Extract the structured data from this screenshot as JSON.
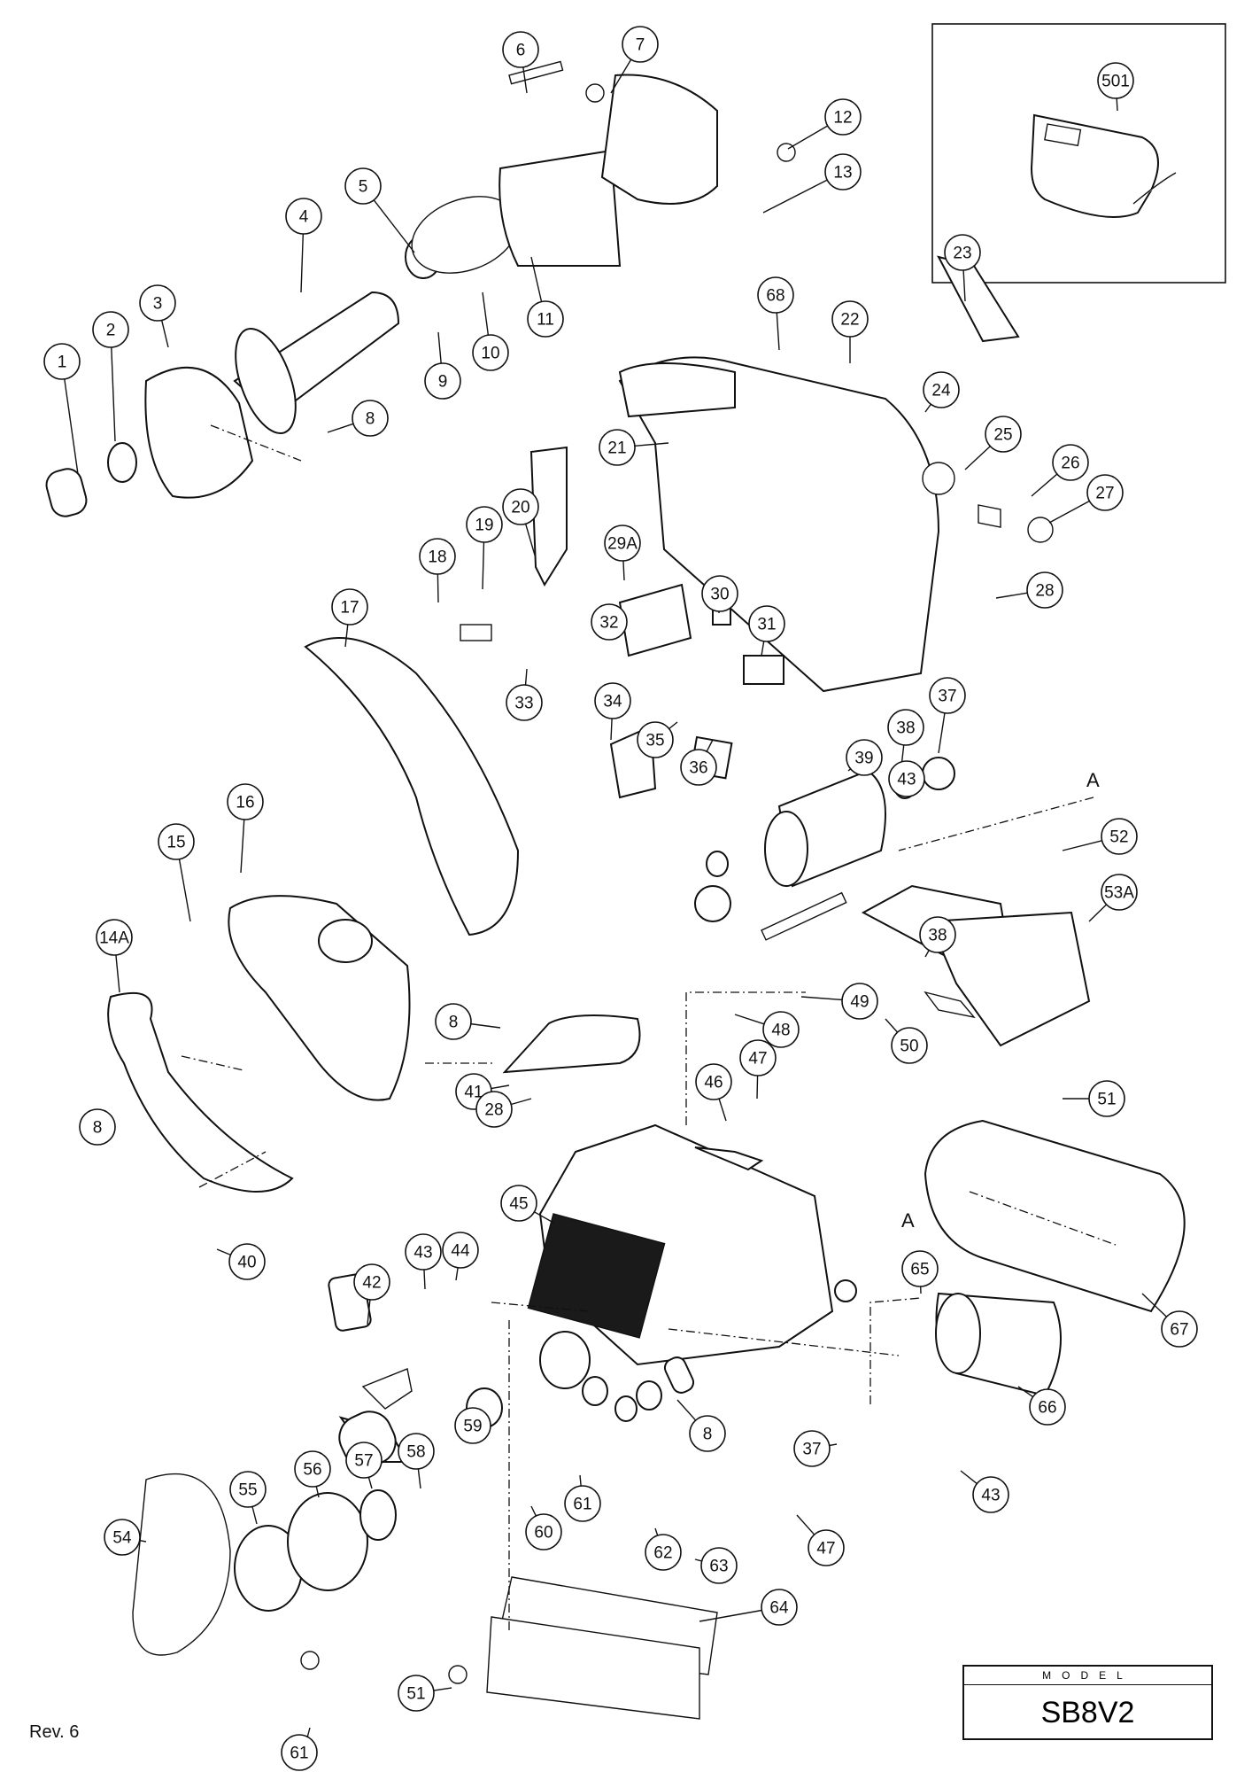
{
  "revision": "Rev. 6",
  "model": {
    "label": "MODEL",
    "name": "SB8V2"
  },
  "section_marks": [
    "A",
    "A"
  ],
  "callouts": [
    "1",
    "2",
    "3",
    "4",
    "5",
    "6",
    "7",
    "8",
    "9",
    "10",
    "11",
    "12",
    "13",
    "501",
    "14A",
    "15",
    "16",
    "17",
    "18",
    "19",
    "20",
    "21",
    "22",
    "23",
    "24",
    "25",
    "26",
    "27",
    "28",
    "29A",
    "30",
    "31",
    "32",
    "33",
    "34",
    "35",
    "36",
    "37",
    "38",
    "39",
    "40",
    "41",
    "42",
    "43",
    "44",
    "45",
    "46",
    "47",
    "48",
    "49",
    "50",
    "51",
    "52",
    "53A",
    "54",
    "55",
    "56",
    "57",
    "58",
    "59",
    "60",
    "61",
    "62",
    "63",
    "64",
    "65",
    "66",
    "67",
    "68",
    "8",
    "8",
    "8",
    "28",
    "37",
    "38",
    "43",
    "43",
    "47",
    "51",
    "61"
  ]
}
